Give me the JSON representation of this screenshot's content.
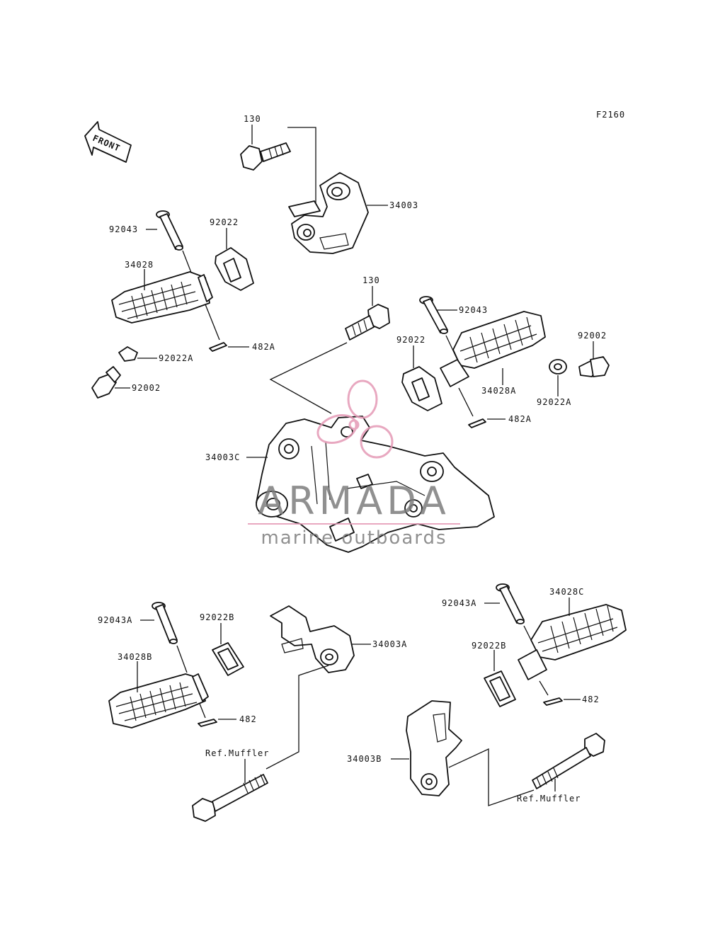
{
  "figure_id": "F2160",
  "front_arrow": "FRONT",
  "watermark": {
    "brand": "ARMADA",
    "tagline": "marine outboards",
    "accent_color": "#e59ab6"
  },
  "labels": {
    "bolt_130_a": "130",
    "bracket_34003": "34003",
    "pin_92043_left": "92043",
    "washer_92022_left": "92022",
    "step_34028": "34028",
    "cotter_482A_left": "482A",
    "collar_92022A_left": "92022A",
    "rubber_92002_left": "92002",
    "bolt_130_b": "130",
    "pin_92043_right": "92043",
    "washer_92022_right": "92022",
    "rubber_92002_right": "92002",
    "step_34028A": "34028A",
    "collar_92022A_right": "92022A",
    "cotter_482A_right": "482A",
    "bracket_34003C": "34003C",
    "pin_92043A_left": "92043A",
    "washer_92022B_left": "92022B",
    "bracket_34003A": "34003A",
    "step_34028B": "34028B",
    "cotter_482_left": "482",
    "ref_muffler_left": "Ref.Muffler",
    "pin_92043A_right": "92043A",
    "step_34028C": "34028C",
    "washer_92022B_right": "92022B",
    "cotter_482_right": "482",
    "bracket_34003B": "34003B",
    "ref_muffler_right": "Ref.Muffler"
  }
}
